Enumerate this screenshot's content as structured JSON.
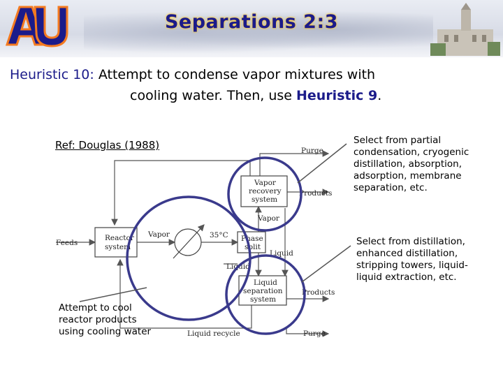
{
  "header": {
    "title": "Separations  2:3"
  },
  "heuristic": {
    "label": "Heuristic 10:",
    "text_line1": "Attempt  to  condense  vapor  mixtures  with",
    "text_line2_a": "cooling water.  Then, use ",
    "text_line2_link": "Heuristic 9",
    "text_line2_end": "."
  },
  "reference": "Ref: Douglas (1988)",
  "notes": {
    "partial_condensation": [
      "Select from partial",
      "condensation, cryogenic",
      "distillation, absorption,",
      "adsorption, membrane",
      "separation, etc."
    ],
    "distillation": [
      "Select from distillation,",
      "enhanced distillation,",
      "stripping towers, liquid-",
      "liquid extraction, etc."
    ],
    "cooling": [
      "Attempt to cool",
      "reactor products",
      "using cooling water"
    ]
  },
  "diagram": {
    "labels": {
      "feeds": "Feeds",
      "reactor_line1": "Reactor",
      "reactor_line2": "system",
      "vapor1": "Vapor",
      "temp": "35°C",
      "phase_line1": "Phase",
      "phase_line2": "split",
      "liquid_side": "Liquid",
      "liquid_under": "Liquid",
      "vapor2": "Vapor",
      "purge_top": "Purge",
      "products_top": "Products",
      "vrs_line1": "Vapor",
      "vrs_line2": "recovery",
      "vrs_line3": "system",
      "lss_line1": "Liquid",
      "lss_line2": "separation",
      "lss_line3": "system",
      "products_bottom": "Products",
      "liquid_recycle": "Liquid recycle",
      "purge_bottom": "Purge"
    }
  },
  "colors": {
    "title": "#1b1b8a",
    "title_glow": "#ffcc33",
    "circle": "#3a3a8c",
    "arrow": "#555555"
  }
}
